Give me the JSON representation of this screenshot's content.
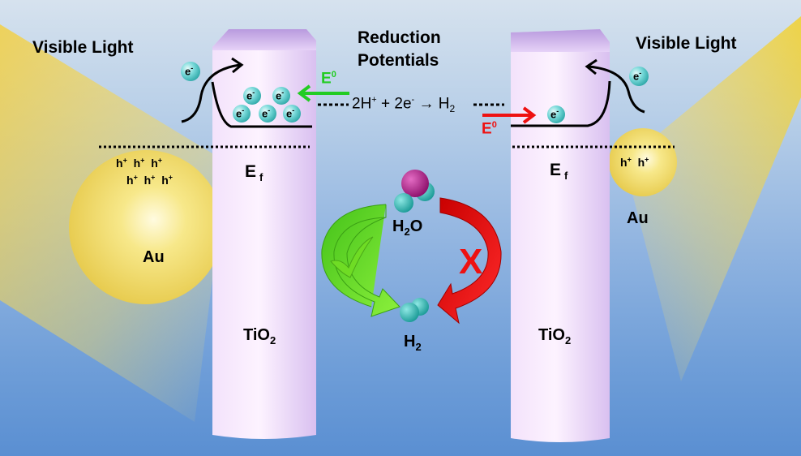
{
  "title": "Plasmonic Au/TiO2 photocatalytic hydrogen evolution schematic",
  "left_panel": {
    "light_label": "Visible Light",
    "metal_label": "Au",
    "semiconductor_label": "TiO",
    "semiconductor_sub": "2",
    "fermi_label": "E",
    "fermi_sub": "f",
    "electron_label": "e",
    "electron_sup": "-",
    "hole_label": "h",
    "hole_sup": "+",
    "electron_count_in_cb": 5,
    "hole_count": 6,
    "potential_label": "E",
    "potential_sup": "0",
    "potential_arrow_color": "#22cc22"
  },
  "right_panel": {
    "light_label": "Visible Light",
    "metal_label": "Au",
    "semiconductor_label": "TiO",
    "semiconductor_sub": "2",
    "fermi_label": "E",
    "fermi_sub": "f",
    "electron_label": "e",
    "electron_sup": "-",
    "hole_label": "h",
    "hole_sup": "+",
    "electron_count_in_cb": 1,
    "hole_count": 2,
    "potential_label": "E",
    "potential_sup": "0",
    "potential_arrow_color": "#ee1111"
  },
  "center": {
    "heading_line1": "Reduction",
    "heading_line2": "Potentials",
    "reaction_part1": "2H",
    "reaction_sup1": "+",
    "reaction_part2": " + 2e",
    "reaction_sup2": "-",
    "reaction_arrow": " → H",
    "reaction_sub": "2",
    "reactant_label": "H",
    "reactant_sub": "2",
    "reactant_label_end": "O",
    "product_label": "H",
    "product_sub": "2",
    "success_path_color": "#55dd22",
    "fail_path_color": "#ee1111",
    "success_icon": "checkmark-icon",
    "fail_icon": "x-icon",
    "fail_mark": "X"
  },
  "colors": {
    "tio2_bar": "#ecd8f8",
    "au_sphere": "#f3e070",
    "electron": "#5ed0d0",
    "oxygen": "#b0208a",
    "hydrogen": "#2bb5b0"
  }
}
